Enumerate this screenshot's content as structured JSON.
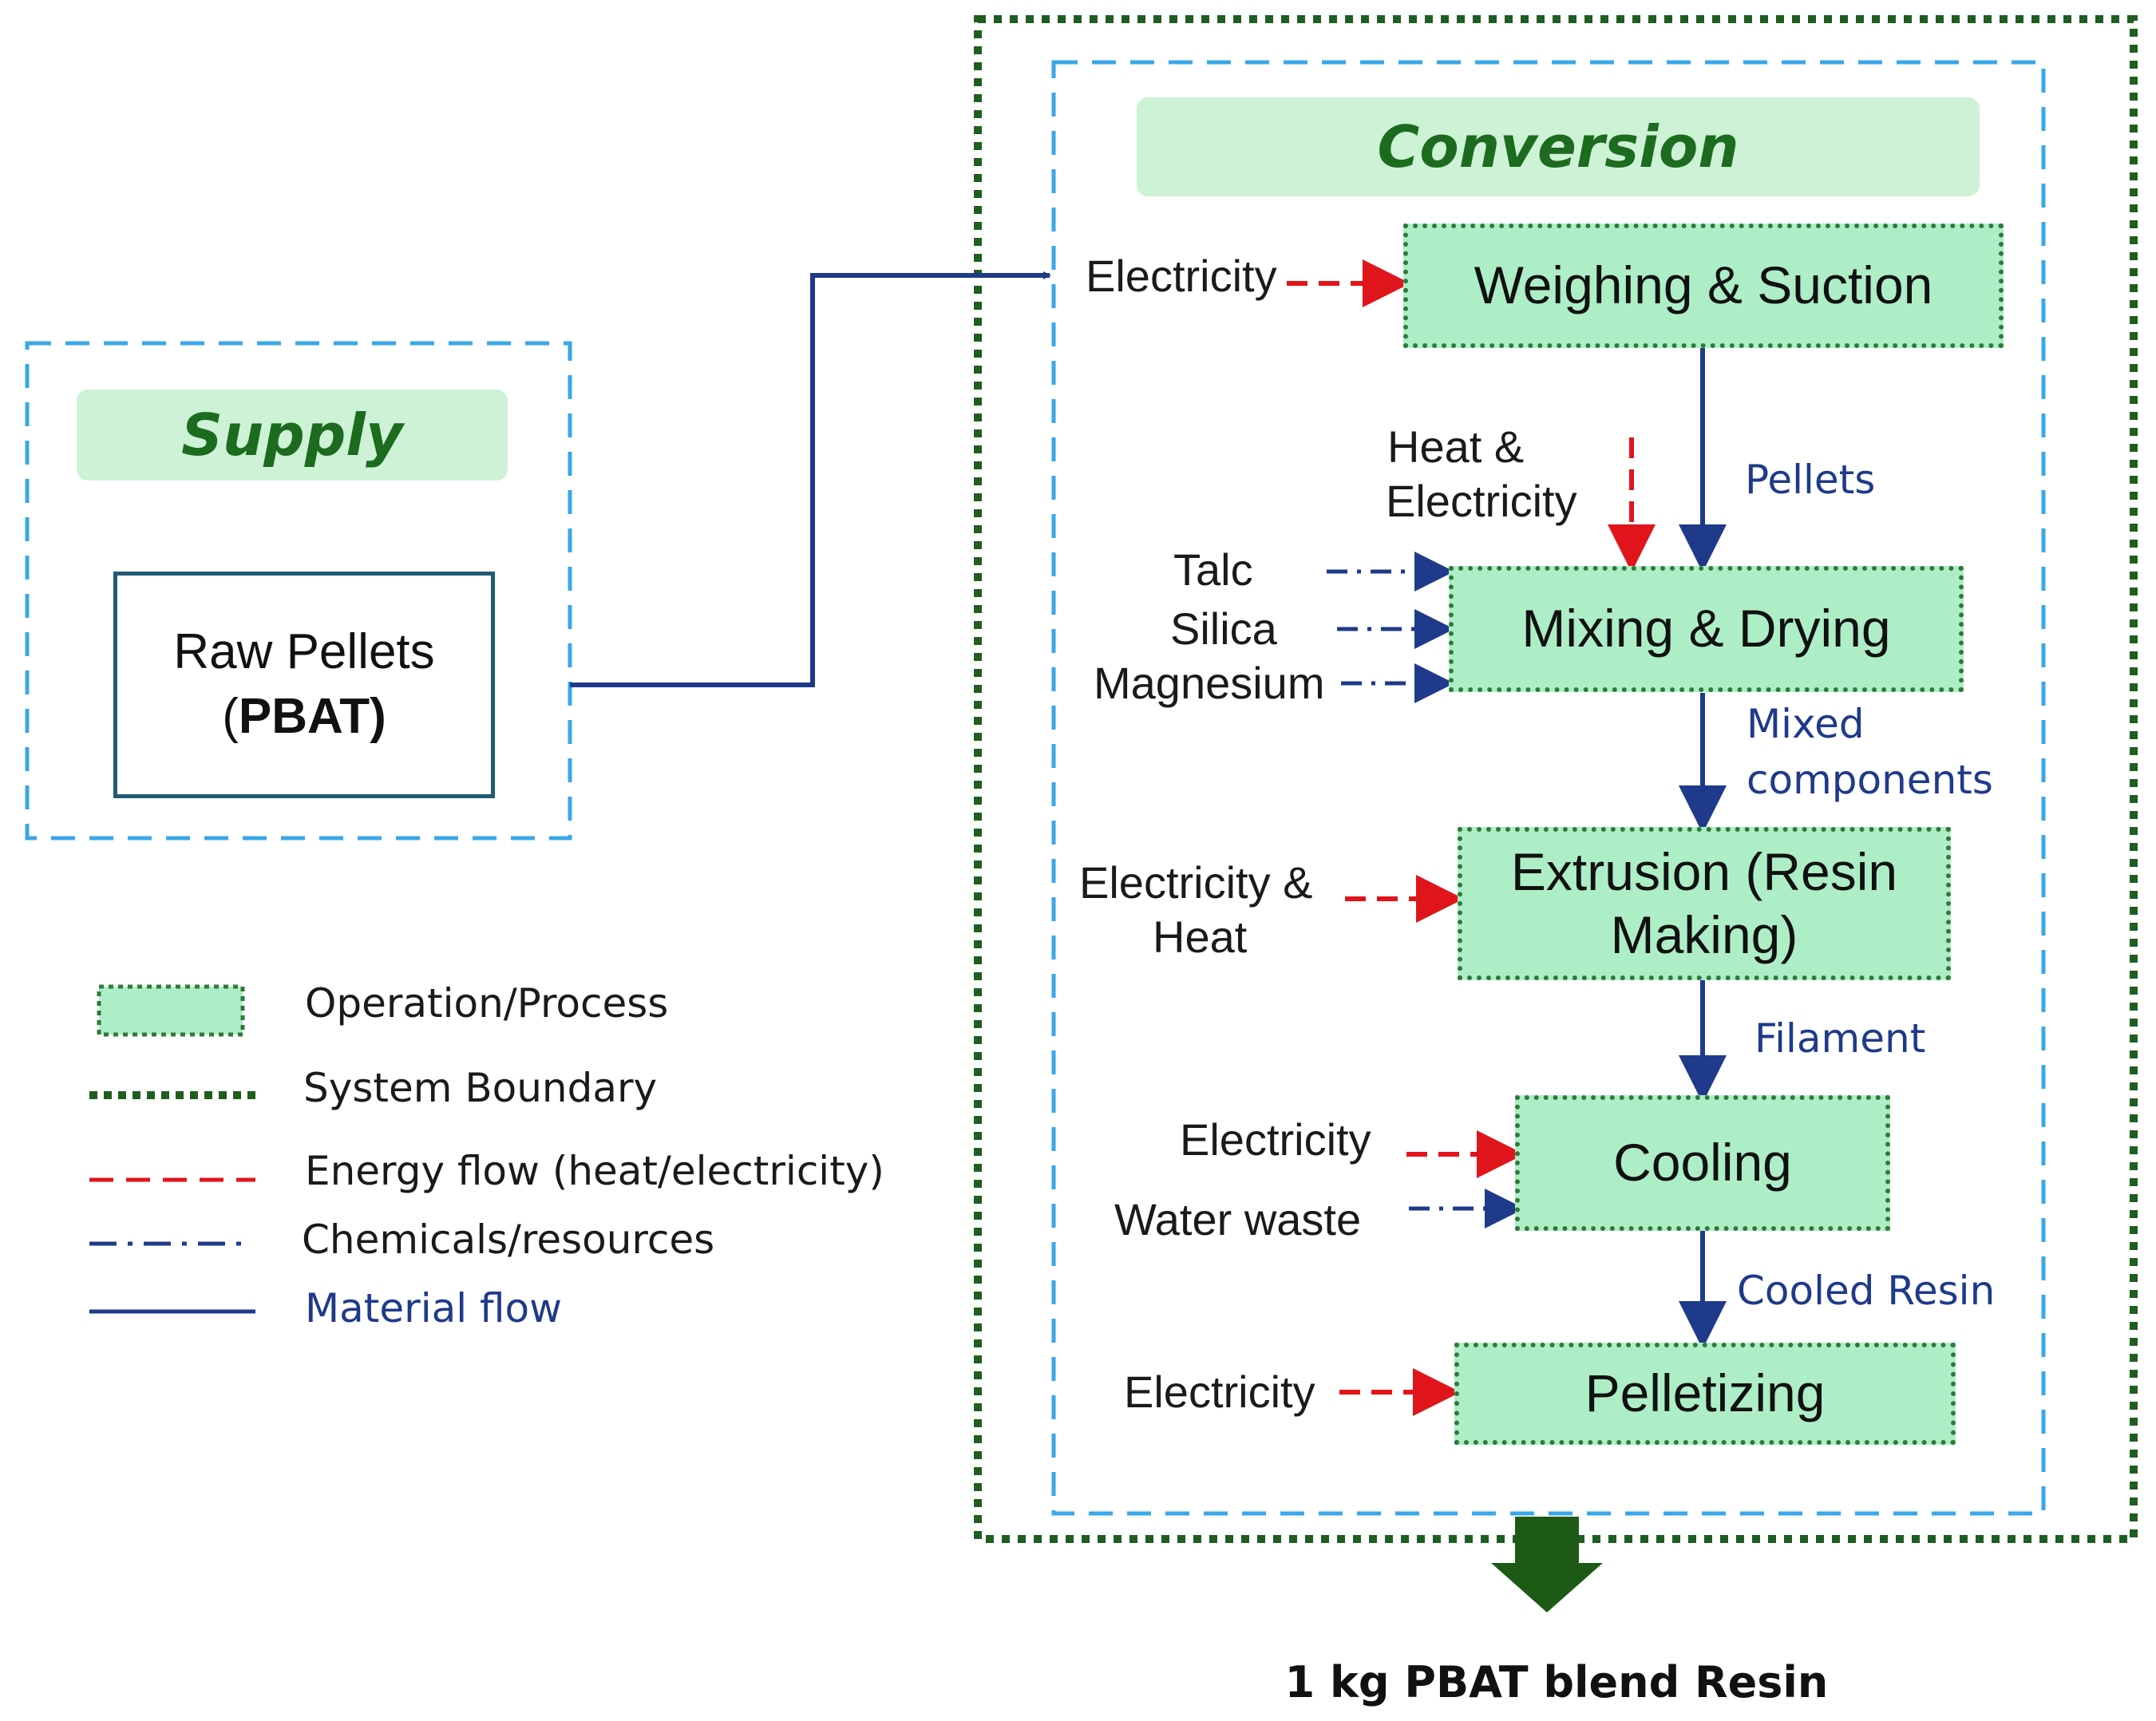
{
  "supply": {
    "title": "Supply",
    "box_line1": "Raw Pellets",
    "box_line2_prefix": "(",
    "box_line2_bold": "PBAT)"
  },
  "conversion": {
    "title": "Conversion",
    "steps": [
      {
        "label": "Weighing & Suction"
      },
      {
        "label": "Mixing & Drying"
      },
      {
        "label": "Extrusion (Resin Making)"
      },
      {
        "label": "Cooling"
      },
      {
        "label": "Pelletizing"
      }
    ]
  },
  "inputs": {
    "electricity_1": "Electricity",
    "heat_electricity_line1": "Heat &",
    "heat_electricity_line2": "Electricity",
    "talc": "Talc",
    "silica": "Silica",
    "magnesium": "Magnesium",
    "electricity_heat_line1": "Electricity &",
    "electricity_heat_line2": "Heat",
    "electricity_cooling": "Electricity",
    "water_waste": "Water waste",
    "electricity_pellet": "Electricity"
  },
  "flows": {
    "pellets": "Pellets",
    "mixed_line1": "Mixed",
    "mixed_line2": "components",
    "filament": "Filament",
    "cooled_resin": "Cooled Resin"
  },
  "output": "1 kg PBAT blend Resin",
  "legend": {
    "items": [
      {
        "label": "Operation/Process"
      },
      {
        "label": "System Boundary"
      },
      {
        "label": "Energy flow (heat/electricity)"
      },
      {
        "label": "Chemicals/resources"
      },
      {
        "label": "Material flow"
      }
    ]
  },
  "colors": {
    "process_fill": "#aeeec6",
    "boundary_green": "#1f5e1f",
    "energy_red": "#e0151b",
    "chemical_navy": "#1f3a8a",
    "material_navy": "#1f3a8a",
    "dashed_blue": "#3aa7e8",
    "output_arrow": "#1d5a16"
  }
}
